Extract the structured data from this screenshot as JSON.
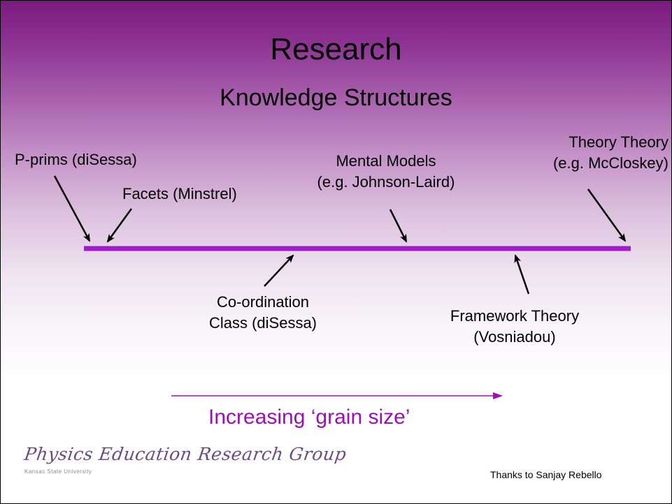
{
  "slide": {
    "title": "Research",
    "subtitle": "Knowledge Structures"
  },
  "labels": {
    "p_prims": "P-prims (diSessa)",
    "facets": "Facets (Minstrel)",
    "mental_models_1": "Mental Models",
    "mental_models_2": "(e.g. Johnson-Laird)",
    "theory_theory_1": "Theory Theory",
    "theory_theory_2": "(e.g. McCloskey)",
    "coordination_1": "Co-ordination",
    "coordination_2": "Class (diSessa)",
    "framework_1": "Framework Theory",
    "framework_2": "(Vosniadou)"
  },
  "grain_label": "Increasing ‘grain size’",
  "logo": {
    "text": "Physics Education Research Group",
    "subtext": "Kansas State University"
  },
  "credit": "Thanks to Sanjay Rebello",
  "colors": {
    "accent": "#9c0fb8",
    "spectrum_line": "#9b1ec8",
    "background_top": "#7a1a80"
  }
}
